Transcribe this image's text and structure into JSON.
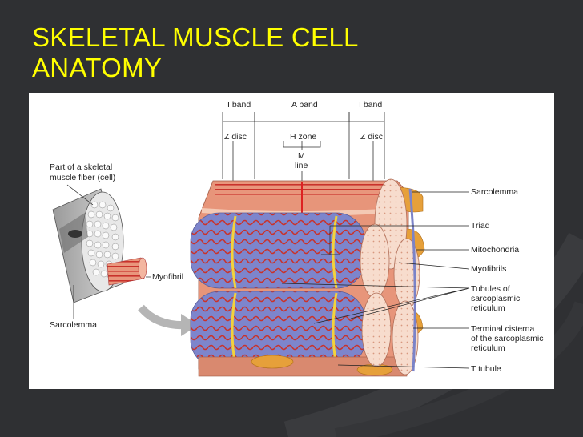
{
  "slide": {
    "title_line1": "SKELETAL MUSCLE CELL",
    "title_line2": "ANATOMY"
  },
  "colors": {
    "background": "#2f3033",
    "title": "#ffff00",
    "muscle": "#e7957a",
    "sarcoplasmic_reticulum": "#7b83c8",
    "t_tubule": "#f3d23c",
    "mitochondria": "#e6a03a",
    "myofilament": "#c8322b"
  },
  "diagram": {
    "fiber_label_line1": "Part of a skeletal",
    "fiber_label_line2": "muscle fiber (cell)",
    "myofibril": "Myofibril",
    "sarcolemma_left": "Sarcolemma",
    "i_band_left": "I band",
    "a_band": "A band",
    "i_band_right": "I band",
    "z_disc_left": "Z disc",
    "h_zone": "H zone",
    "z_disc_right": "Z disc",
    "m_line_1": "M",
    "m_line_2": "line",
    "right_labels": {
      "sarcolemma": "Sarcolemma",
      "triad": "Triad",
      "mitochondria": "Mitochondria",
      "myofibrils": "Myofibrils",
      "tubules_1": "Tubules of",
      "tubules_2": "sarcoplasmic",
      "tubules_3": "reticulum",
      "terminal_1": "Terminal cisterna",
      "terminal_2": "of the sarcoplasmic",
      "terminal_3": "reticulum",
      "t_tubule": "T tubule"
    }
  }
}
